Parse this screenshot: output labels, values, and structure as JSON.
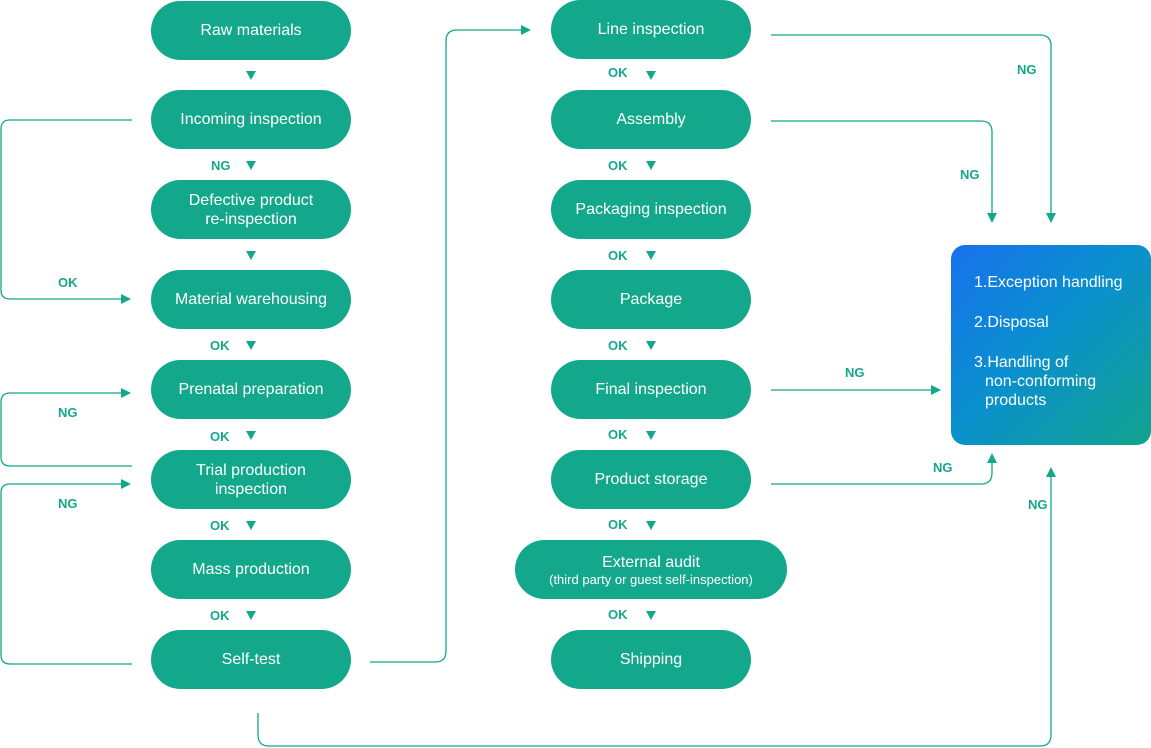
{
  "colors": {
    "box": "#13a88b",
    "line": "#13a88b",
    "result_start": "#1771ec",
    "result_end": "#12a38c"
  },
  "left_column": {
    "raw_materials": "Raw materials",
    "incoming_inspection": "Incoming inspection",
    "defective_reinspection_1": "Defective product",
    "defective_reinspection_2": "re-inspection",
    "material_warehousing": "Material warehousing",
    "prenatal_preparation": "Prenatal preparation",
    "trial_production_1": "Trial production",
    "trial_production_2": "inspection",
    "mass_production": "Mass production",
    "self_test": "Self-test"
  },
  "middle_column": {
    "line_inspection": "Line inspection",
    "assembly": "Assembly",
    "packaging_inspection": "Packaging inspection",
    "package": "Package",
    "final_inspection": "Final inspection",
    "product_storage": "Product storage",
    "external_audit": "External audit",
    "external_audit_sub": "(third party or guest self-inspection)",
    "shipping": "Shipping"
  },
  "labels": {
    "ok": "OK",
    "ng": "NG"
  },
  "result": {
    "item1": "1.Exception handling",
    "item2": "2.Disposal",
    "item3_line1": "3.Handling of",
    "item3_line2": "non-conforming",
    "item3_line3": "products"
  }
}
